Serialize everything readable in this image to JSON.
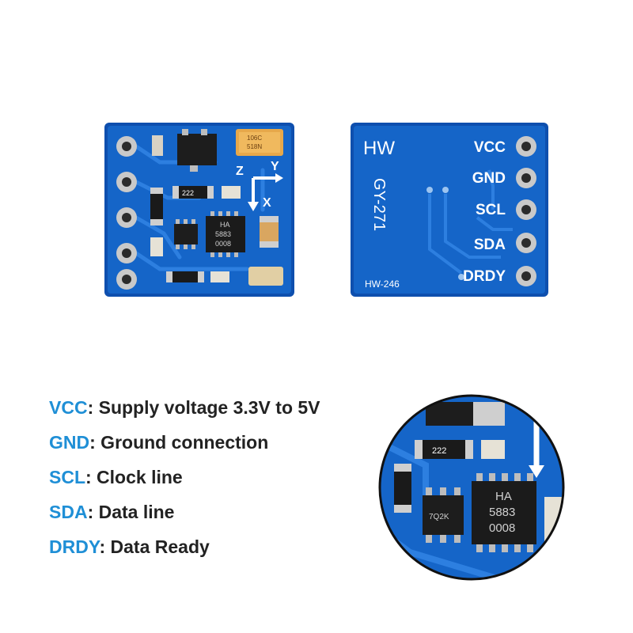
{
  "colors": {
    "pcb_blue": "#1565c8",
    "pcb_edge": "#0d4ea8",
    "pin_label_accent": "#1f8fd6",
    "text_dark": "#222222",
    "silkscreen": "#ffffff"
  },
  "board_back": {
    "brand": "HW",
    "model": "GY-271",
    "part_number": "HW-246",
    "pins": [
      "VCC",
      "GND",
      "SCL",
      "SDA",
      "DRDY"
    ]
  },
  "board_front": {
    "axes": {
      "z": "Z",
      "y": "Y",
      "x": "X"
    },
    "chip_marking": [
      "HA",
      "5883",
      "0008"
    ],
    "capacitor_marking": [
      "106C",
      "518N"
    ],
    "resistor_marking": "222"
  },
  "closeup": {
    "chip_marking": [
      "HA",
      "5883",
      "0008"
    ],
    "regulator_marking": "7Q2K",
    "resistor_marking": "222"
  },
  "legend": [
    {
      "pin": "VCC",
      "description": ": Supply voltage 3.3V to 5V"
    },
    {
      "pin": "GND",
      "description": ": Ground connection"
    },
    {
      "pin": "SCL",
      "description": ": Clock line"
    },
    {
      "pin": "SDA",
      "description": ": Data line"
    },
    {
      "pin": "DRDY",
      "description": ": Data Ready"
    }
  ]
}
